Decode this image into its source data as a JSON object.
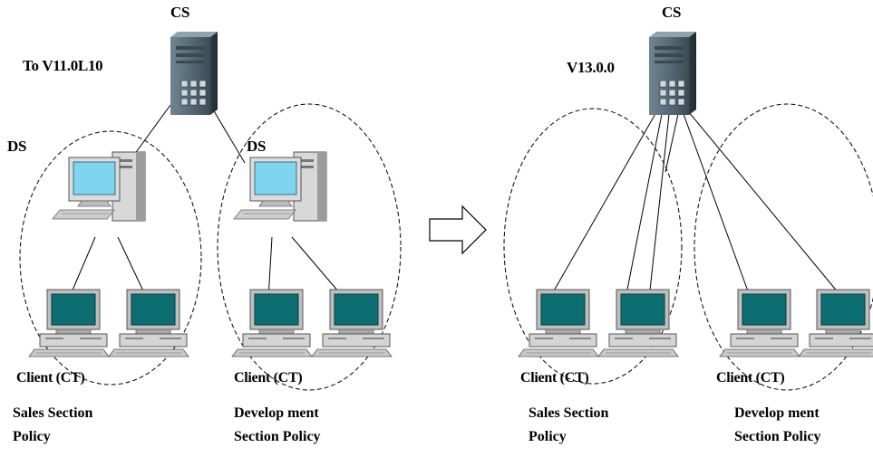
{
  "left": {
    "cs_label": "CS",
    "version_label": "To V11.0L10",
    "ds_left_label": "DS",
    "ds_right_label": "DS",
    "client_left_label": "Client (CT)",
    "client_right_label": "Client (CT)",
    "policy_left": [
      "Sales Section",
      "Policy"
    ],
    "policy_right": [
      "Develop ment",
      "Section Policy"
    ]
  },
  "right": {
    "cs_label": "CS",
    "version_label": "V13.0.0",
    "client_left_label": "Client (CT)",
    "client_right_label": "Client (CT)",
    "policy_left": [
      "Sales Section",
      "Policy"
    ],
    "policy_right": [
      "Develop ment",
      "Section Policy"
    ]
  },
  "arrow": {
    "icon": "hollow-right-arrow-icon"
  },
  "colors": {
    "monitor_screen": "#0d6e72",
    "server_body": "#5a6e7a",
    "ds_screen": "#7fd4f0"
  }
}
